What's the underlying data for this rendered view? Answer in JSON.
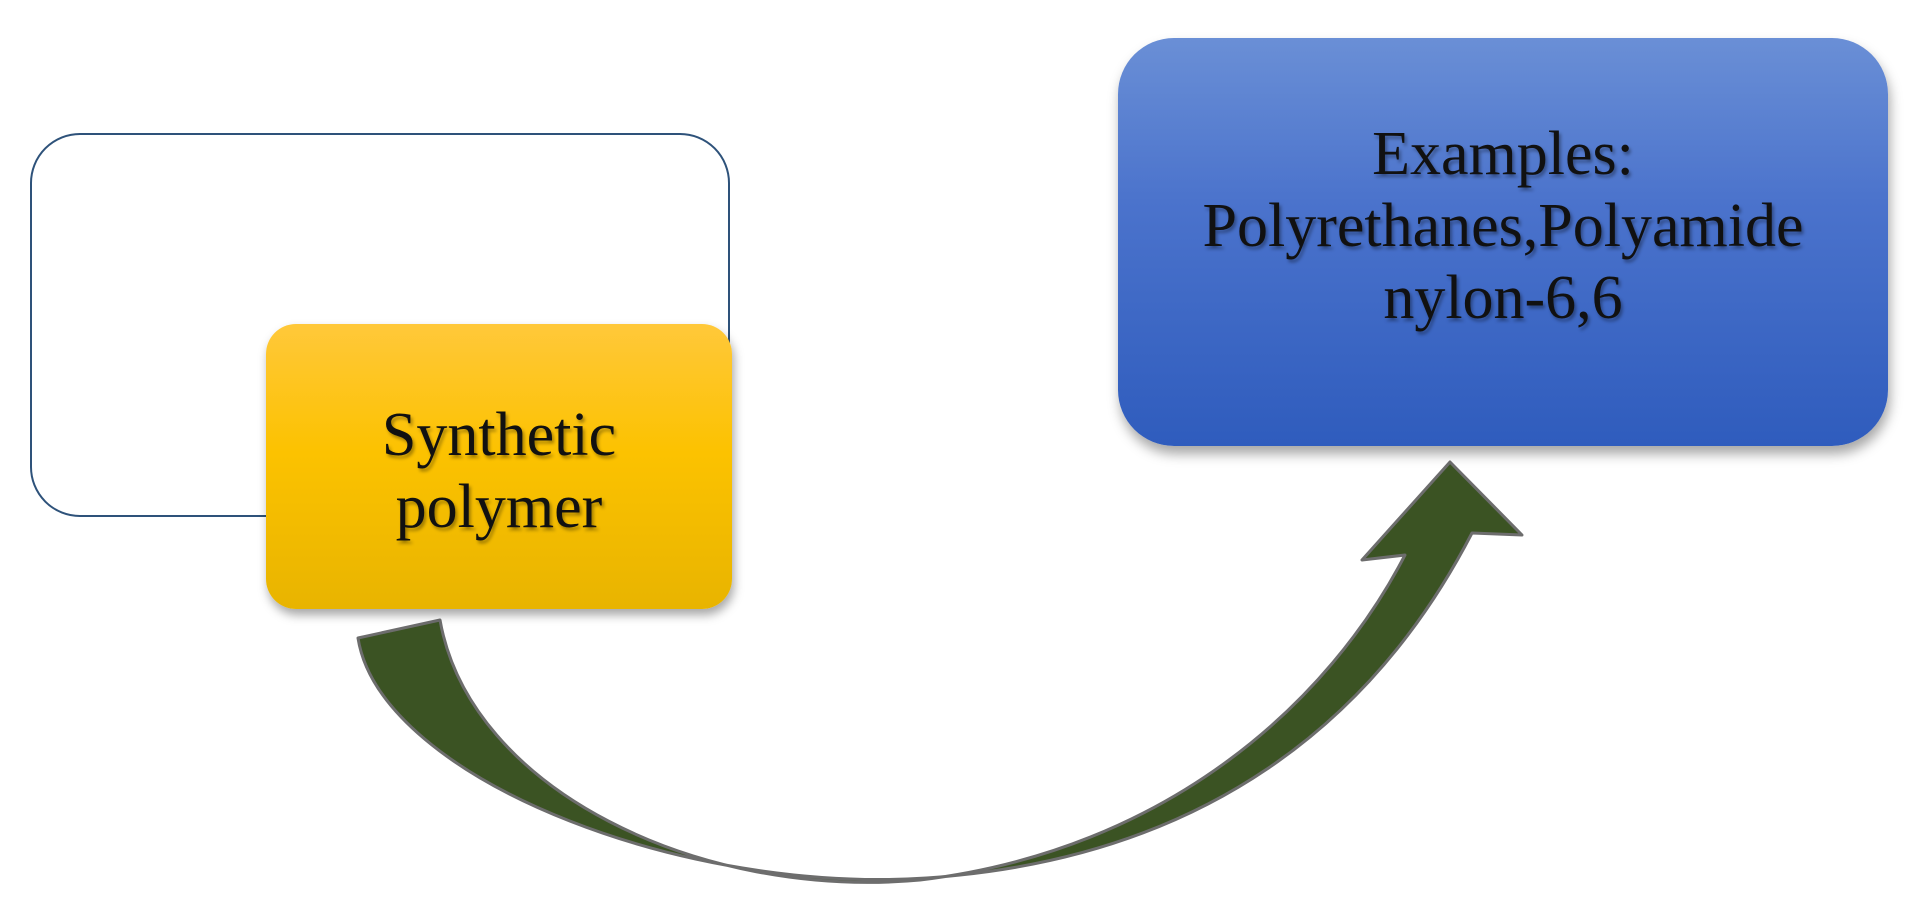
{
  "diagram": {
    "source_node": {
      "lines": [
        "Synthetic",
        "polymer"
      ]
    },
    "target_node": {
      "lines": [
        "Examples:",
        "Polyrethanes,Polyamide",
        "nylon-6,6"
      ]
    },
    "connector": {
      "from": "source_node",
      "to": "target_node",
      "style": "curved-arrow"
    }
  },
  "colors": {
    "source_fill": "#fcc200",
    "target_fill": "#4b73cc",
    "outline_stroke": "#2e527a",
    "arrow_fill": "#3b5323"
  }
}
